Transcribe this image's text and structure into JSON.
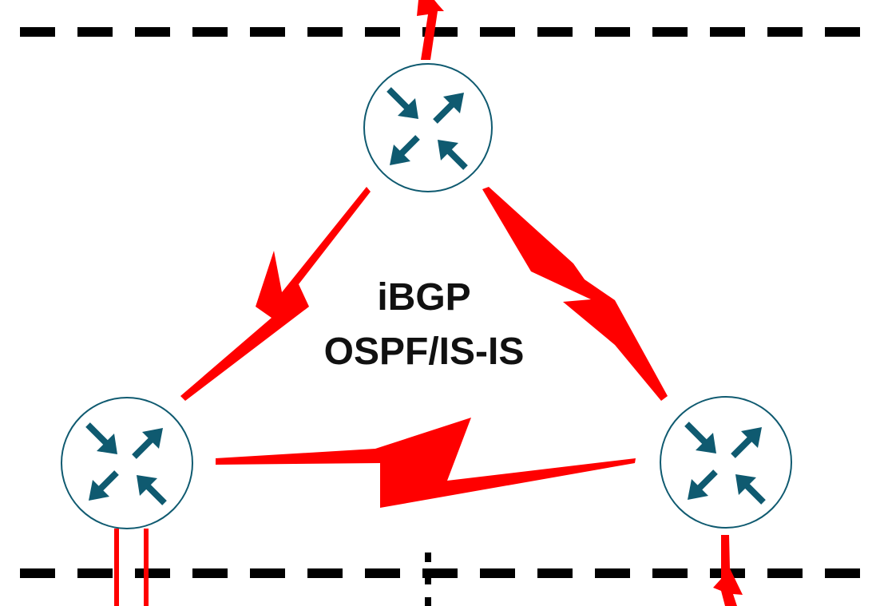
{
  "labels": {
    "line1": "iBGP",
    "line2": "OSPF/IS-IS"
  },
  "nodes": [
    {
      "id": "router-top",
      "icon": "router-icon"
    },
    {
      "id": "router-left",
      "icon": "router-icon"
    },
    {
      "id": "router-right",
      "icon": "router-icon"
    }
  ],
  "links": [
    {
      "from": "router-top",
      "to": "router-left",
      "style": "serial-lightning"
    },
    {
      "from": "router-top",
      "to": "router-right",
      "style": "serial-lightning"
    },
    {
      "from": "router-left",
      "to": "router-right",
      "style": "serial-lightning"
    }
  ],
  "colors": {
    "link": "#ff0000",
    "router_fill": "#ffffff",
    "router_stroke": "#0f5a70",
    "router_arrows": "#0f5a70",
    "boundary": "#000000",
    "label": "#111111"
  }
}
